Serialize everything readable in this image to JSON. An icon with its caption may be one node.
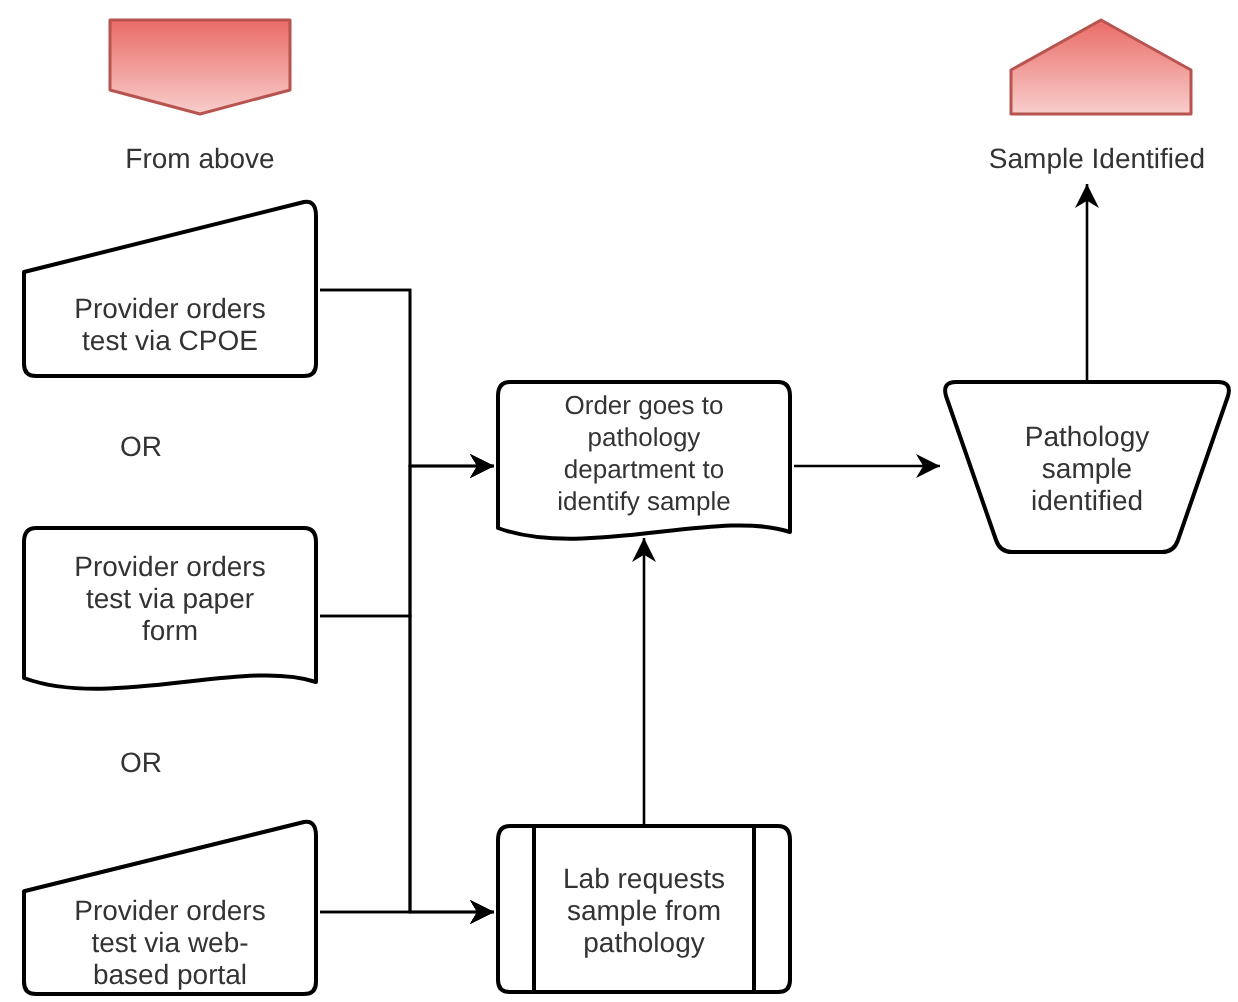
{
  "diagram": {
    "nodes": [
      {
        "text": [
          "From above"
        ]
      },
      {
        "text": [
          "Provider orders test via CPOE"
        ]
      },
      {
        "text": [
          "Provider orders test via paper form"
        ]
      },
      {
        "text": [
          "Provider orders test via web-based portal"
        ]
      },
      {
        "text": [
          "Order goes to pathology department to identify sample"
        ]
      },
      {
        "text": [
          "Lab requests sample from pathology"
        ]
      },
      {
        "text": [
          "Pathology sample identified"
        ]
      },
      {
        "text": [
          "Sample Identified"
        ]
      }
    ],
    "edges": [
      {
        "from": 1,
        "to": 4,
        "arrow": "to"
      },
      {
        "from": 1,
        "to": 5,
        "arrow": "to"
      },
      {
        "from": 2,
        "to": 4,
        "arrow": "to"
      },
      {
        "from": 2,
        "to": 5,
        "arrow": "to"
      },
      {
        "from": 3,
        "to": 4,
        "arrow": "to"
      },
      {
        "from": 3,
        "to": 5,
        "arrow": "to"
      },
      {
        "from": 5,
        "to": 4,
        "arrow": "to"
      },
      {
        "from": 4,
        "to": 6,
        "arrow": "to"
      },
      {
        "from": 6,
        "to": 7,
        "arrow": "to"
      }
    ],
    "labels": [
      "OR",
      "OR"
    ]
  }
}
